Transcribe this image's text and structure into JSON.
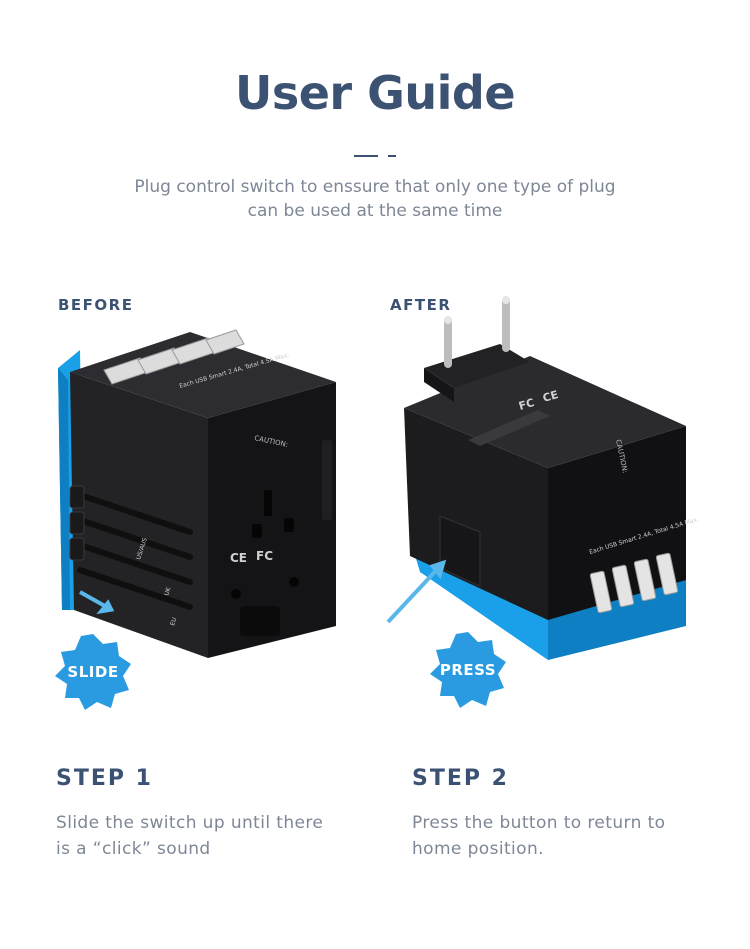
{
  "header": {
    "title": "User Guide",
    "subtitle_lines": [
      "Plug control switch to enssure that only one type of plug",
      "can be used at the same time"
    ]
  },
  "before": {
    "label": "BEFORE",
    "badge": "SLIDE",
    "step_title": "STEP 1",
    "description_lines": [
      "Slide the switch up until there",
      "is a “click” sound"
    ],
    "device_text": {
      "caution": "CAUTION:",
      "usb_rating": "Each USB Smart 2.4A, Total 4.5A Max.",
      "ce": "CE",
      "fc": "FC",
      "region_us": "US/AUS",
      "region_uk": "UK",
      "region_eu": "EU"
    }
  },
  "after": {
    "label": "AFTER",
    "badge": "PRESS",
    "step_title": "STEP 2",
    "description_lines": [
      "Press the button to return to",
      "home position."
    ],
    "device_text": {
      "caution": "CAUTION:",
      "usb_rating": "Each USB Smart 2.4A, Total 4.5A Max.",
      "ce": "CE",
      "fc": "FC"
    }
  },
  "colors": {
    "heading": "#3c5272",
    "body_text": "#7d8796",
    "accent_blue": "#1aa0e8",
    "badge_blue": "#2a9be0",
    "device_black": "#1c1c1e"
  }
}
